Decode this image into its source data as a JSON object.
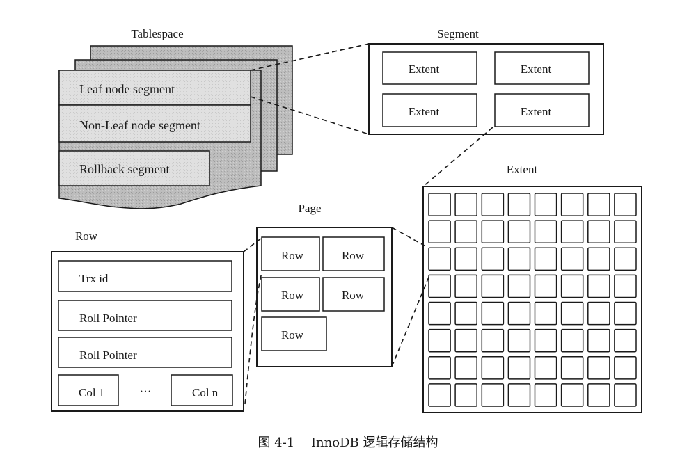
{
  "diagram": {
    "tablespace": {
      "title": "Tablespace",
      "segments": [
        "Leaf node segment",
        "Non-Leaf node segment",
        "Rollback segment"
      ]
    },
    "segment": {
      "title": "Segment",
      "extents": [
        "Extent",
        "Extent",
        "Extent",
        "Extent"
      ]
    },
    "extent": {
      "title": "Extent",
      "grid_rows": 8,
      "grid_cols": 8
    },
    "page": {
      "title": "Page",
      "rows": [
        "Row",
        "Row",
        "Row",
        "Row",
        "Row"
      ]
    },
    "row": {
      "title": "Row",
      "fields": [
        "Trx id",
        "Roll Pointer",
        "Roll Pointer"
      ],
      "col_first": "Col 1",
      "col_ellipsis": "···",
      "col_last": "Col n"
    },
    "caption": "图 4-1　 InnoDB 逻辑存储结构"
  },
  "colors": {
    "stroke": "#1a1a1a",
    "layer_shade": "#b9b9b9",
    "segment_fill": "#dedede"
  }
}
